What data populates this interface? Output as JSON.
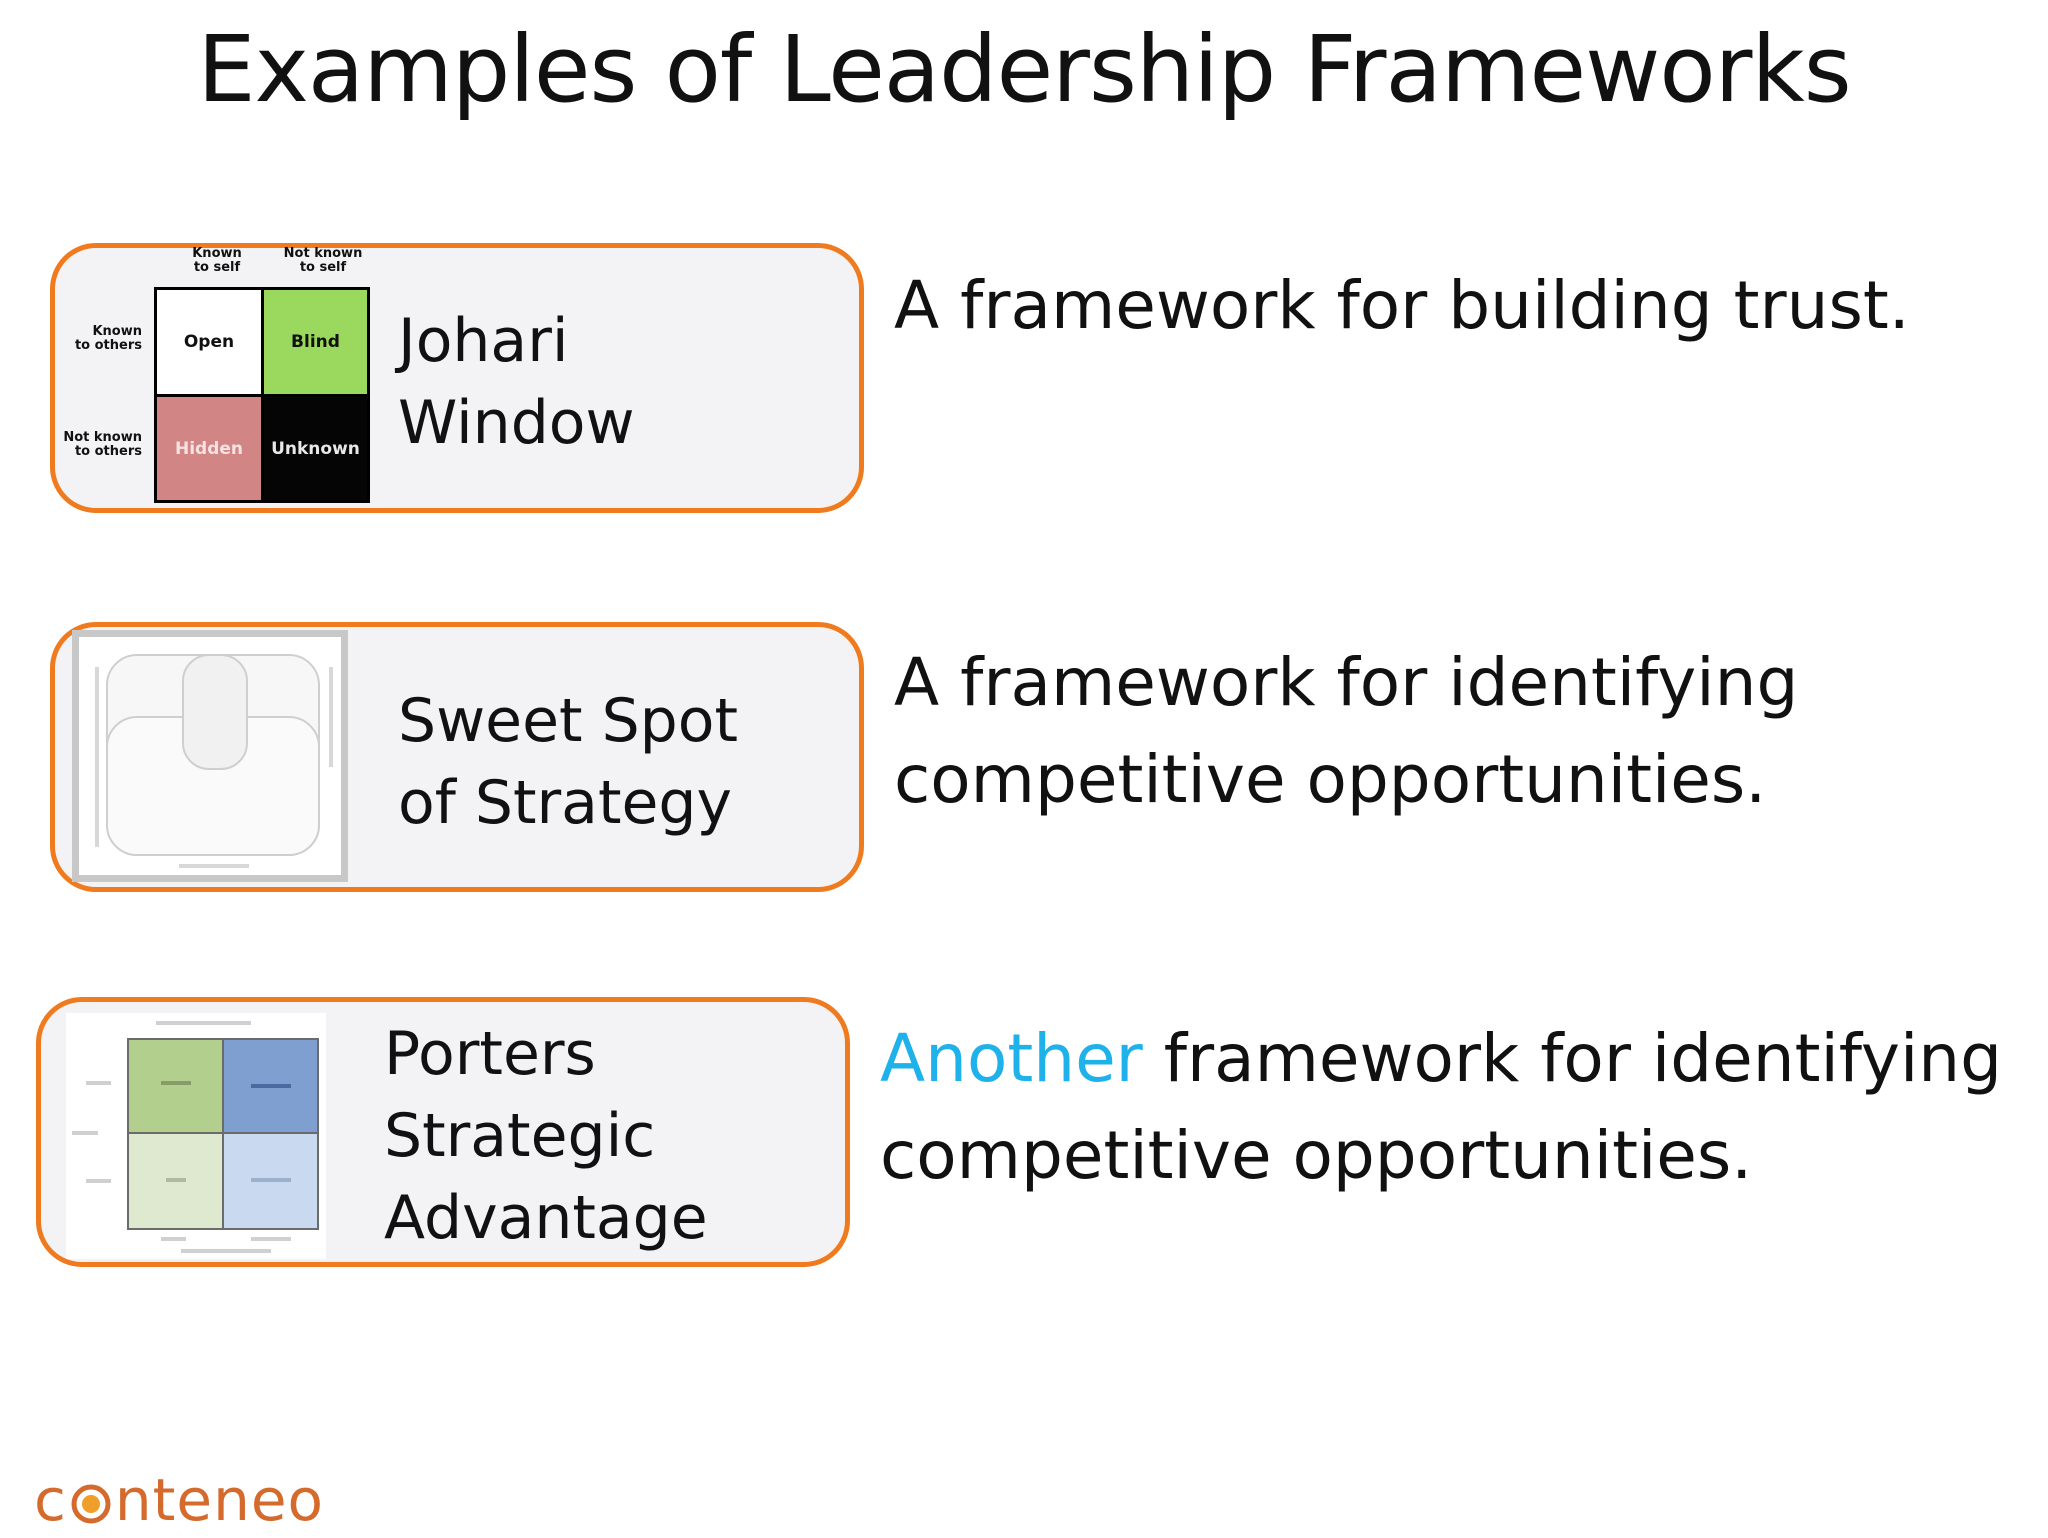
{
  "title": "Examples of Leadership Frameworks",
  "frameworks": [
    {
      "label_lines": [
        "Johari",
        "Window"
      ],
      "description_lines": [
        "A framework for building trust."
      ],
      "johari": {
        "col_headers": [
          [
            "Known",
            "to self"
          ],
          [
            "Not known",
            "to self"
          ]
        ],
        "row_headers": [
          [
            "Known",
            "to others"
          ],
          [
            "Not known",
            "to others"
          ]
        ],
        "cells": [
          "Open",
          "Blind",
          "Hidden",
          "Unknown"
        ]
      }
    },
    {
      "label_lines": [
        "Sweet Spot",
        "of Strategy"
      ],
      "description_lines": [
        "A framework for identifying",
        "competitive opportunities."
      ]
    },
    {
      "label_lines": [
        "Porters",
        "Strategic",
        "Advantage"
      ],
      "description_accent": "Another",
      "description_line1_rest": " framework for identifying",
      "description_line2": "competitive opportunities."
    }
  ],
  "colors": {
    "card_border": "#f07a1e",
    "accent": "#1fb2ea",
    "johari_open": "#ffffff",
    "johari_blind": "#9ad85e",
    "johari_hidden": "#d28585",
    "johari_unknown": "#050505",
    "porter_green": "#b3cf8e",
    "porter_blue": "#7f9fd0",
    "porter_light_green": "#dfe9cf",
    "porter_light_blue": "#c9d9ef",
    "logo": "#d46a2c"
  },
  "logo": {
    "text_before": "c",
    "text_after": "nteneo",
    "icon": "sun-icon"
  }
}
